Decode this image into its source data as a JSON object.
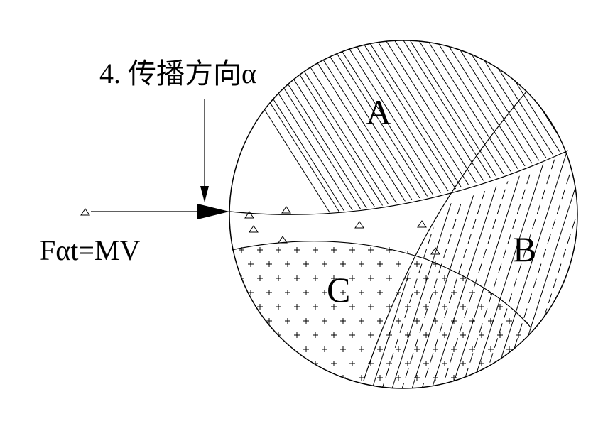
{
  "title_label": "4. 传播方向α",
  "formula": "Fαt=MV",
  "regions": {
    "a": "A",
    "b": "B",
    "c": "C"
  },
  "colors": {
    "ink": "#000000",
    "background": "#ffffff"
  }
}
